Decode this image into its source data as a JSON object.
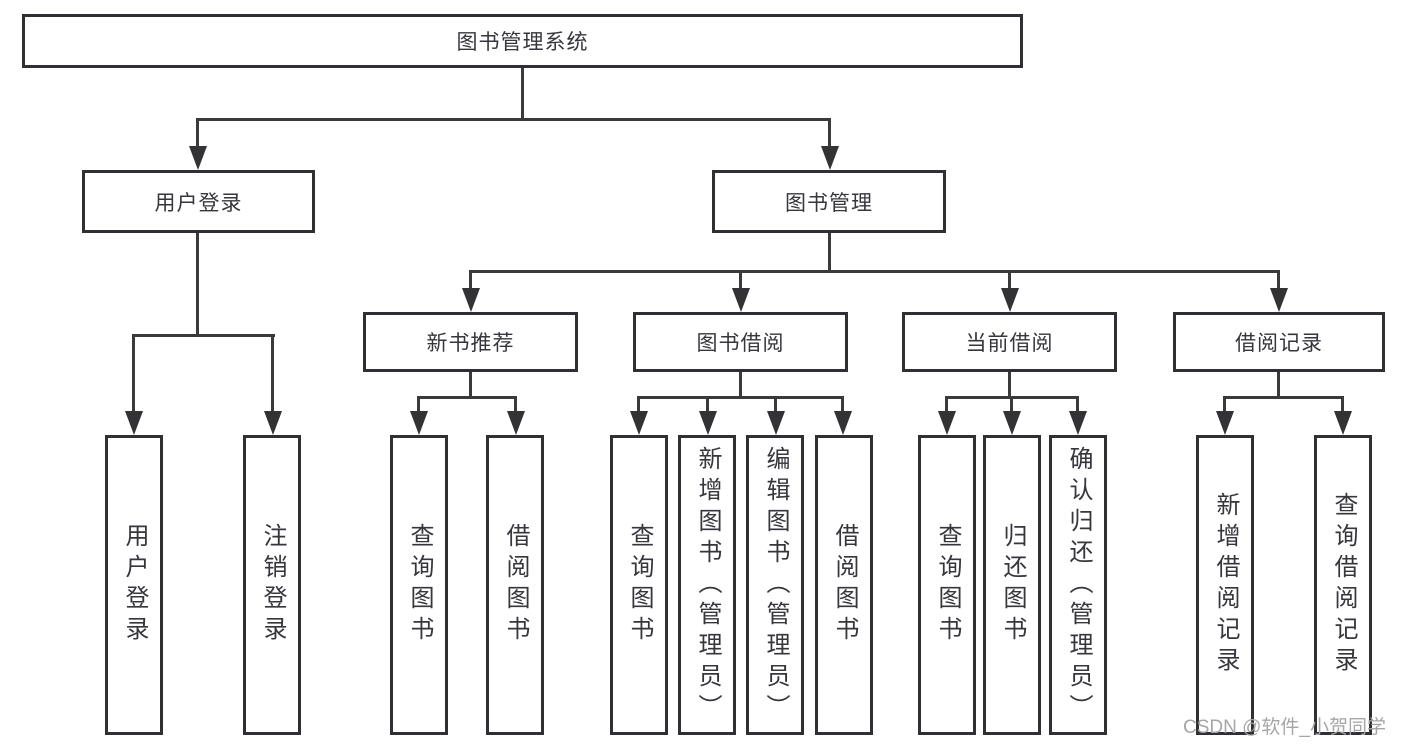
{
  "diagram": {
    "title": "图书管理系统",
    "user_login": {
      "label": "用户登录",
      "children": [
        "用户登录",
        "注销登录"
      ]
    },
    "book_mgmt": {
      "label": "图书管理",
      "new_book": {
        "label": "新书推荐",
        "children": [
          "查询图书",
          "借阅图书"
        ]
      },
      "borrow": {
        "label": "图书借阅",
        "children": [
          "查询图书",
          "新增图书（管理员）",
          "编辑图书（管理员）",
          "借阅图书"
        ]
      },
      "current": {
        "label": "当前借阅",
        "children": [
          "查询图书",
          "归还图书",
          "确认归还（管理员）"
        ]
      },
      "records": {
        "label": "借阅记录",
        "children": [
          "新增借阅记录",
          "查询借阅记录"
        ]
      }
    }
  },
  "watermark": "CSDN @软件_小贺同学",
  "colors": {
    "background": "#ffffff",
    "box_border": "#303034",
    "connector_line": "#3a3a3a",
    "text": "#36363c",
    "watermark_text": "#a6a6a6"
  }
}
